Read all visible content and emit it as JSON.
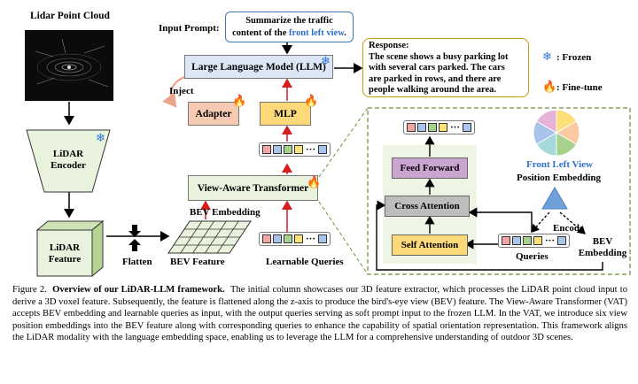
{
  "lidar": {
    "title": "Lidar Point Cloud",
    "encoder": "LiDAR Encoder",
    "feature": "LiDAR Feature",
    "flatten": "Flatten"
  },
  "middle": {
    "bev_feature": "BEV Feature",
    "learnable_queries": "Learnable Queries",
    "bev_embedding_label": "BEV Embedding",
    "vat": "View-Aware Transformer",
    "mlp": "MLP",
    "adapter": "Adapter",
    "inject": "Inject",
    "llm": "Large Language Model (LLM)",
    "input_prompt_label": "Input Prompt:",
    "prompt_line1": "Summarize the traffic",
    "prompt_line2_prefix": "content of the ",
    "prompt_highlight": "front left view",
    "prompt_suffix": "."
  },
  "response": {
    "title": "Response:",
    "lines": [
      "The scene shows a busy parking lot",
      "with several cars parked. The cars",
      "are parked in rows, and there are",
      "people walking around the area."
    ]
  },
  "legend": {
    "frozen": ": Frozen",
    "finetune": ": Fine-tune"
  },
  "detail": {
    "feed_forward": "Feed Forward",
    "cross_attention": "Cross Attention",
    "self_attention": "Self Attention",
    "queries": "Queries",
    "front_left_view": "Front Left View",
    "position_embedding": "Position Embedding",
    "encode": "Encode",
    "bev_embedding": "BEV Embedding"
  },
  "caption": {
    "prefix": "Figure 2.",
    "bold": "Overview of our LiDAR-LLM framework.",
    "body": "The initial column showcases our 3D feature extractor, which processes the LiDAR point cloud input to derive a 3D voxel feature. Subsequently, the feature is flattened along the z-axis to produce the bird's-eye view (BEV) feature. The View-Aware Transformer (VAT) accepts BEV embedding and learnable queries as input, with the output queries serving as soft prompt input to the frozen LLM. In the VAT, we introduce six view position embeddings into the BEV feature along with corresponding queries to enhance the capability of spatial orientation representation. This framework aligns the LiDAR modality with the language embedding space, enabling us to leverage the LLM for a comprehensive understanding of outdoor 3D scenes."
  },
  "colors": {
    "green_box": "#e9f2dc",
    "blue_box": "#dbe5f3",
    "llm_box": "#dce6f4",
    "adapter_fill": "#f6c9b3",
    "mlp_fill": "#fdd97a",
    "feed_forward_fill": "#c9a5cf",
    "cross_attention_fill": "#bdbdbd",
    "self_attention_fill": "#fdd97a",
    "response_border": "#c99a06",
    "prompt_border": "#3e78bd",
    "highlight_text": "#2f6fc6",
    "dashed_border": "#6a8f3a",
    "arrow_red": "#d61f1f",
    "token_red": "#f4a6a6",
    "token_blue": "#a8c4ea",
    "token_green": "#a9d18e",
    "token_yellow": "#fde27a",
    "pie": [
      "#f9c9a0",
      "#fbe07a",
      "#a9d18e",
      "#a6d9d9",
      "#a8c4ea",
      "#e6b3d7"
    ]
  }
}
